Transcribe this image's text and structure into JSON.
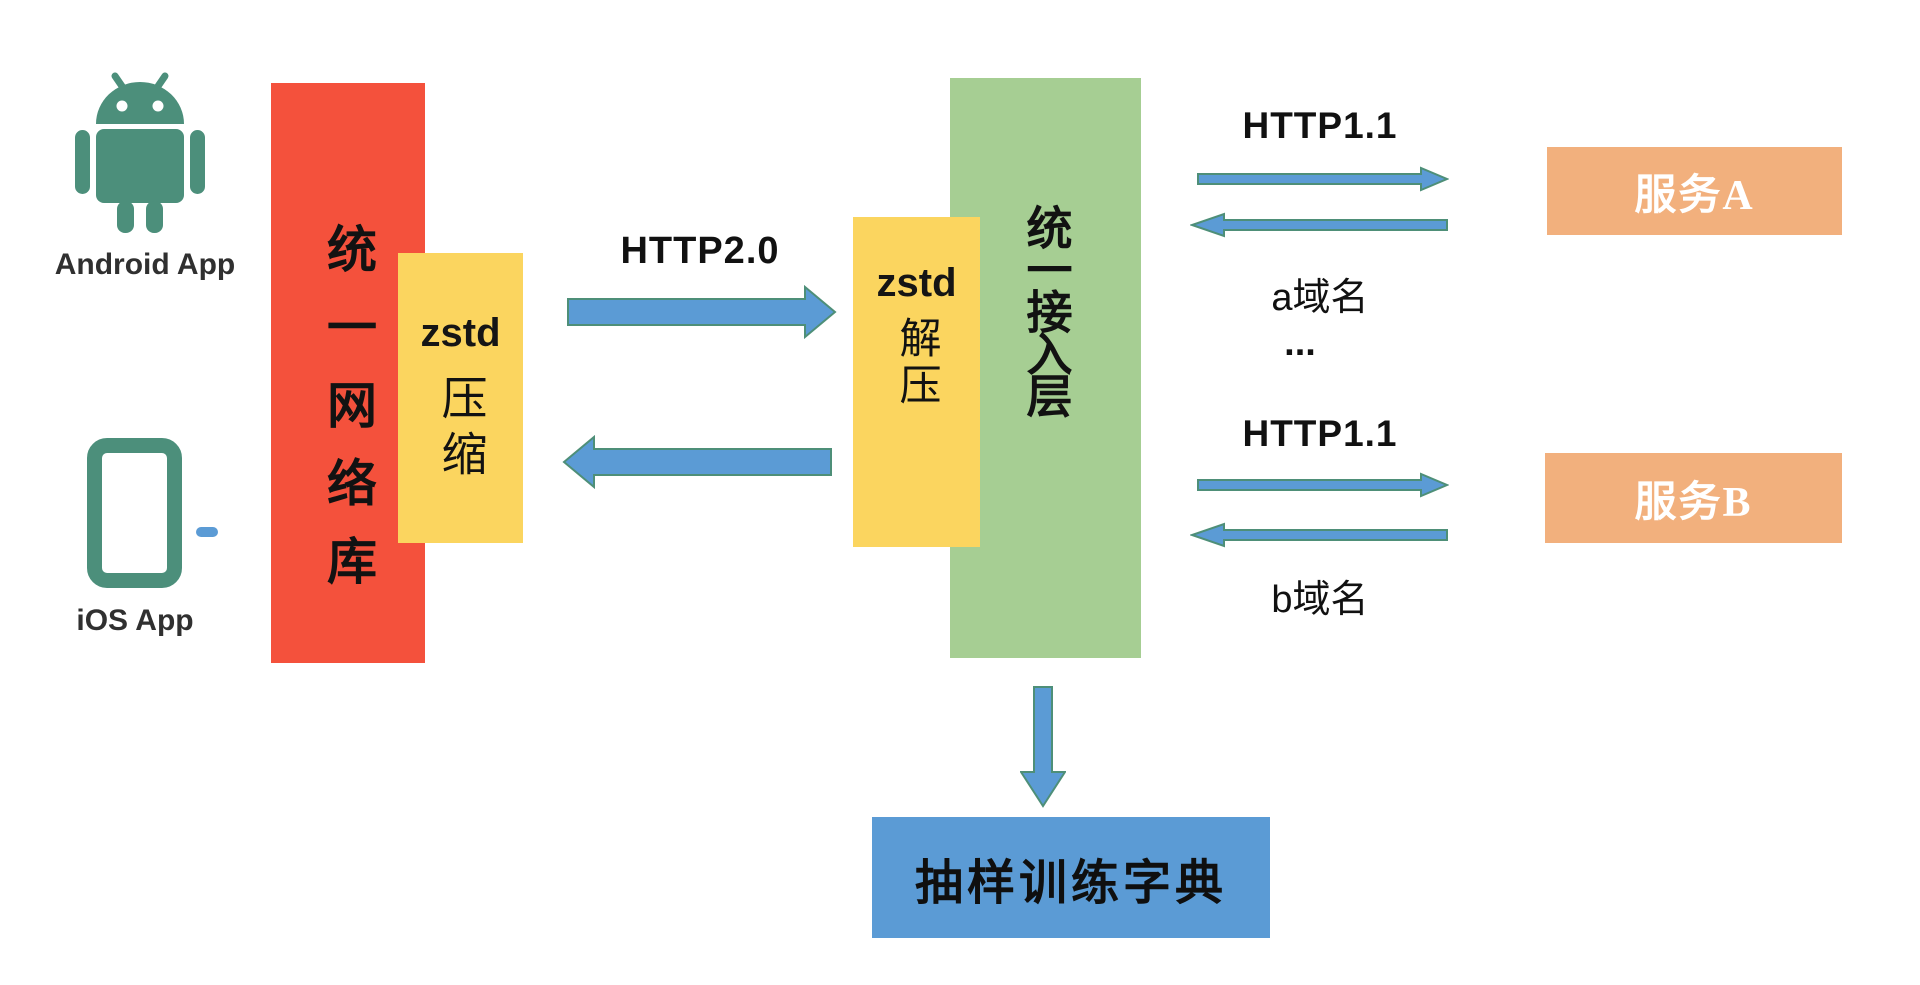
{
  "clients": {
    "android_label": "Android App",
    "ios_label": "iOS App"
  },
  "network_library": {
    "title": "统一网络库"
  },
  "compression": {
    "product": "zstd",
    "action": "压缩"
  },
  "decompression": {
    "product": "zstd",
    "action": "解压"
  },
  "access_layer": {
    "title": "统一接入层"
  },
  "links": {
    "client_protocol": "HTTP2.0",
    "service_a_protocol": "HTTP1.1",
    "service_b_protocol": "HTTP1.1",
    "service_a_domain": "a域名",
    "service_b_domain": "b域名",
    "more_domains": "..."
  },
  "services": {
    "a": "服务A",
    "b": "服务B"
  },
  "dictionary": {
    "title": "抽样训练字典"
  },
  "colors": {
    "network_library": "#f4513c",
    "zstd_boxes": "#fbd55f",
    "access_layer": "#a6ce93",
    "service_boxes": "#f2b07d",
    "dictionary_box": "#5b9bd5",
    "arrow_fill": "#5b9bd5",
    "arrow_border": "#4e8f78",
    "client_icons": "#4c8f7b"
  }
}
